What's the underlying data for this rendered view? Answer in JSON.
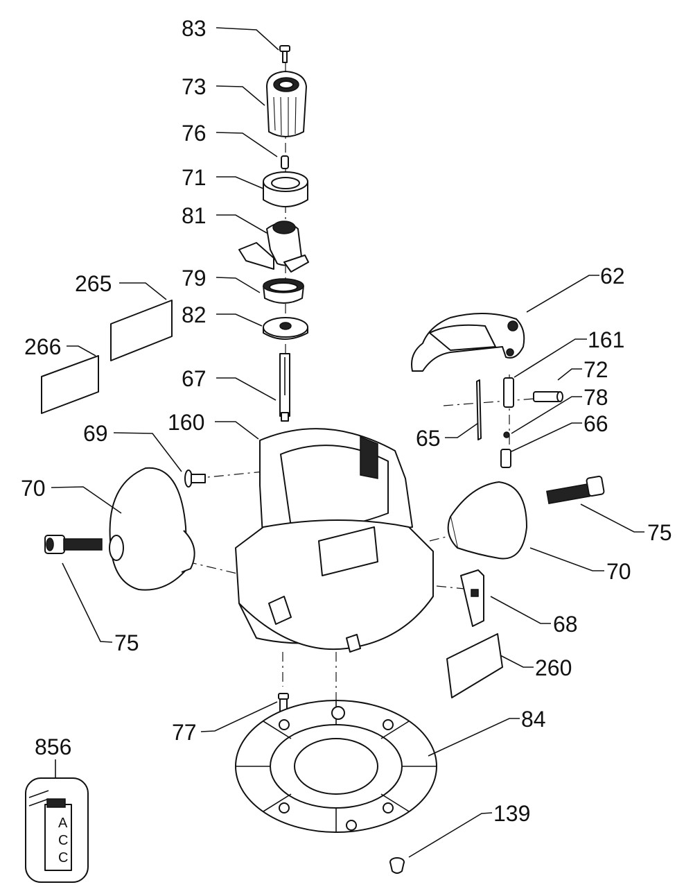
{
  "diagram": {
    "part_numbers": [
      "83",
      "73",
      "76",
      "71",
      "81",
      "79",
      "82",
      "67",
      "160",
      "69",
      "70",
      "70",
      "75",
      "75",
      "62",
      "161",
      "72",
      "78",
      "65",
      "66",
      "68",
      "260",
      "77",
      "84",
      "139",
      "265",
      "266",
      "856"
    ],
    "kit_label_letters": [
      "A",
      "C",
      "C"
    ]
  }
}
